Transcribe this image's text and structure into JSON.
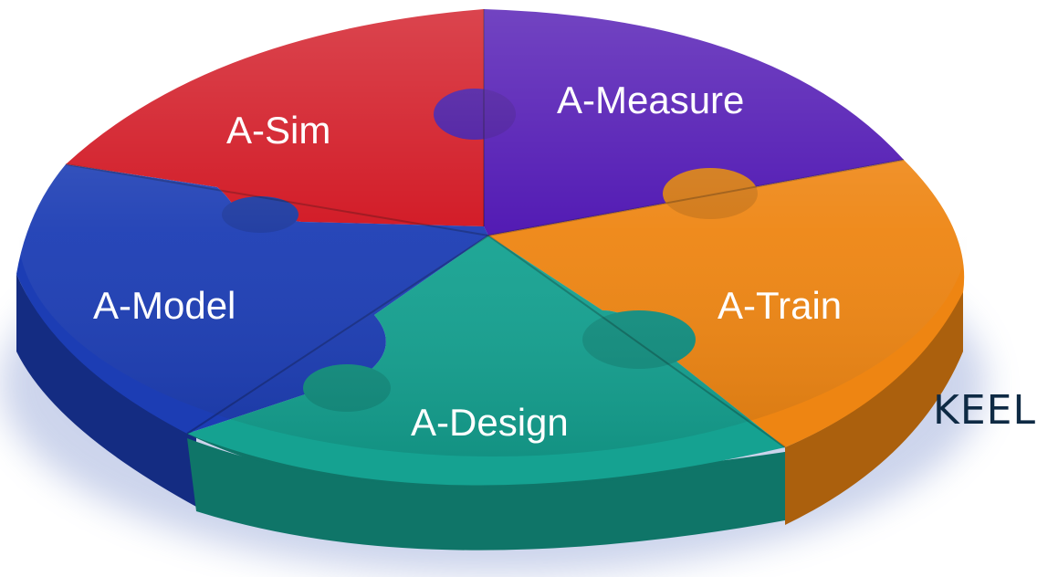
{
  "diagram": {
    "segments": [
      {
        "id": "sim",
        "label": "A-Sim",
        "color": "#d0101c"
      },
      {
        "id": "measure",
        "label": "A-Measure",
        "color": "#4a0fb0"
      },
      {
        "id": "train",
        "label": "A-Train",
        "color": "#ee8512"
      },
      {
        "id": "design",
        "label": "A-Design",
        "color": "#15a291"
      },
      {
        "id": "model",
        "label": "A-Model",
        "color": "#1c3db4"
      }
    ]
  },
  "brand": {
    "text": "KEEL"
  }
}
